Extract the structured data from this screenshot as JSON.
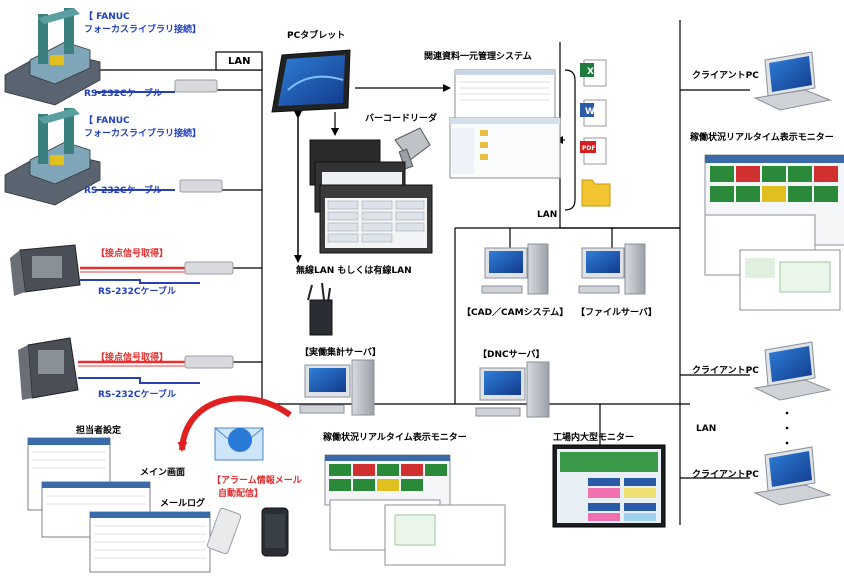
{
  "machines": {
    "fanuc1": {
      "line1": "【 FANUC",
      "line2": "フォーカスライブラリ接続】",
      "cable": "RS-232Cケーブル"
    },
    "fanuc2": {
      "line1": "【 FANUC",
      "line2": "フォーカスライブラリ接続】",
      "cable": "RS-232Cケーブル"
    },
    "signal1": {
      "label": "【接点信号取得】",
      "cable": "RS-232Cケーブル"
    },
    "signal2": {
      "label": "【接点信号取得】",
      "cable": "RS-232Cケーブル"
    }
  },
  "network": {
    "lan_box": "LAN",
    "lan_middle": "LAN",
    "lan_right": "LAN",
    "wireless": "無線LAN もしくは有線LAN"
  },
  "devices": {
    "pc_tablet": "PCタブレット",
    "barcode_reader": "バーコードリーダ",
    "doc_system": "関連資料一元管理システム",
    "cad_cam": "【CAD／CAMシステム】",
    "file_server": "【ファイルサーバ】",
    "dnc_server": "【DNCサーバ】",
    "ops_server": "【実働集計サーバ】",
    "client_pc_1": "クライアントPC",
    "client_pc_2": "クライアントPC",
    "client_pc_3": "クライアントPC",
    "monitor_right": "稼働状況リアルタイム表示モニター",
    "monitor_bottom": "稼働状況リアルタイム表示モニター",
    "factory_monitor": "工場内大型モニター"
  },
  "screens": {
    "person_setting": "担当者設定",
    "main_screen": "メイン画面",
    "mail_log": "メールログ"
  },
  "alarm": {
    "line1": "【アラーム情報メール",
    "line2": "自動配信】"
  },
  "file_icons": {
    "excel": "X",
    "word": "W",
    "pdf": "PDF"
  },
  "colors": {
    "line": "#000000",
    "blue_text": "#1f3fbf",
    "red_text": "#e03030",
    "red_cable": "#e83030",
    "blue_cable": "#2a3fb0"
  }
}
